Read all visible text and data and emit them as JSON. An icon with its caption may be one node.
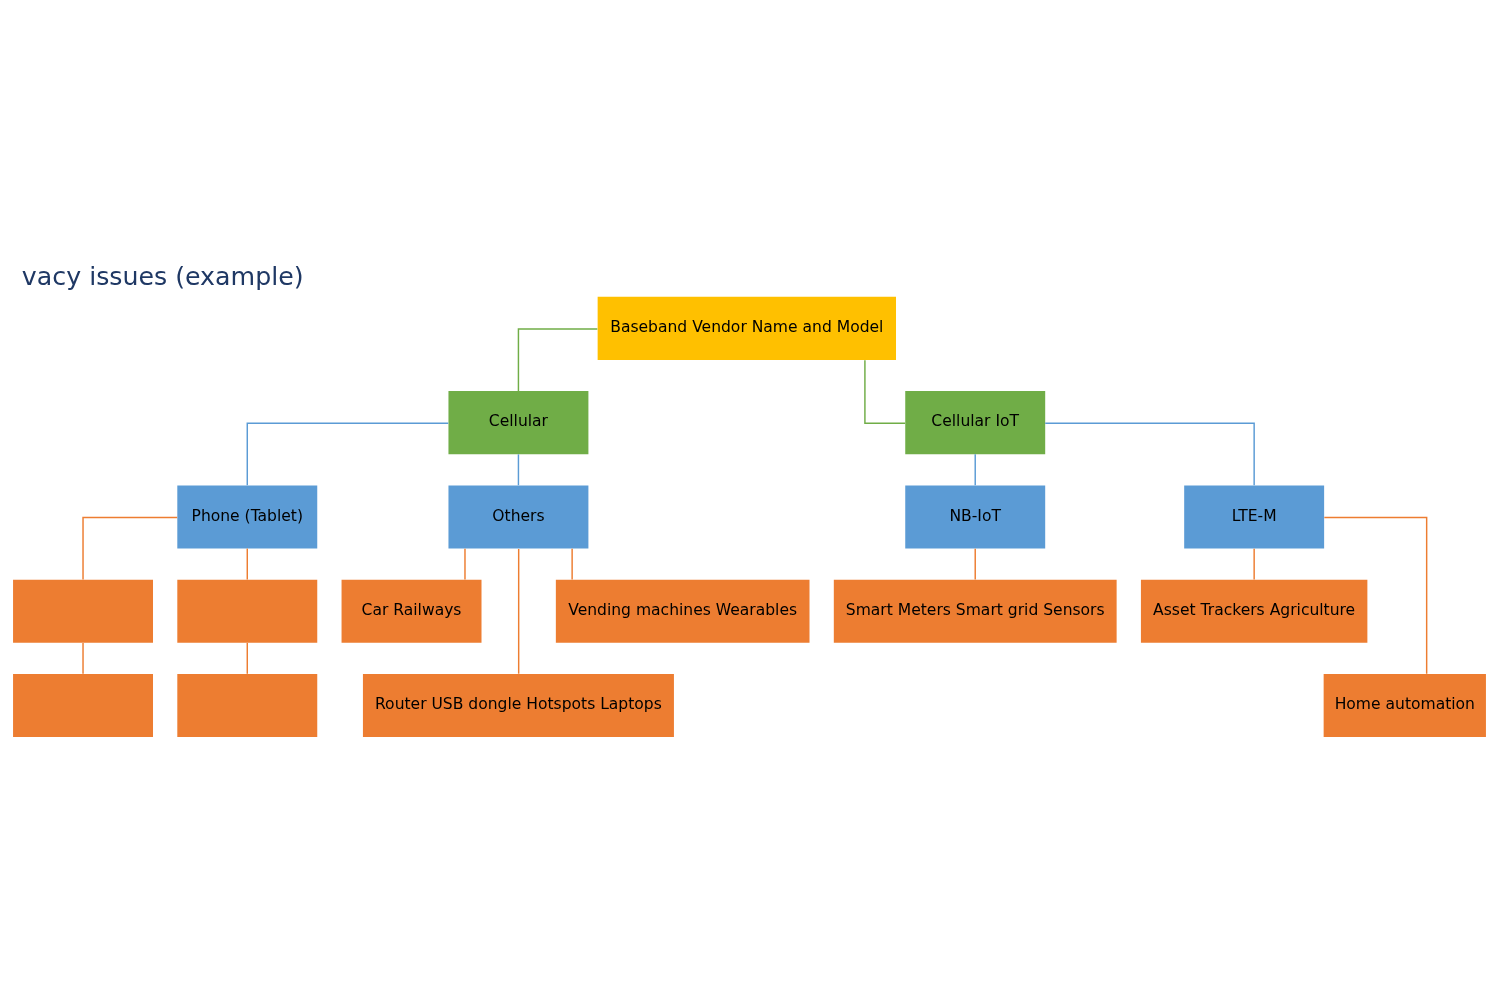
{
  "diagram": {
    "title": "vacy issues (example)",
    "nodes": [
      {
        "text": [
          "Baseband Vendor Name and Model"
        ]
      },
      {
        "text": [
          "Cellular"
        ]
      },
      {
        "text": [
          "Cellular IoT"
        ]
      },
      {
        "text": [
          "Phone (Tablet)"
        ]
      },
      {
        "text": [
          "Others"
        ]
      },
      {
        "text": [
          "NB-IoT"
        ]
      },
      {
        "text": [
          "LTE-M"
        ]
      },
      {
        "text": [],
        "shape": "box"
      },
      {
        "text": [],
        "shape": "box"
      },
      {
        "text": [
          "Car Railways"
        ]
      },
      {
        "text": [
          "Smart Meters Smart grid Sensors"
        ]
      },
      {
        "text": [
          "Asset Trackers Agriculture"
        ]
      },
      {
        "text": [],
        "shape": "box"
      },
      {
        "text": [],
        "shape": "box"
      },
      {
        "text": [
          "Router USB dongle Hotspots Laptops"
        ]
      },
      {
        "text": [
          "Home automation"
        ]
      },
      {
        "text": [
          "Vending machines Wearables"
        ]
      }
    ],
    "edges": [
      {
        "from": 0,
        "to": 1,
        "arrow": "none",
        "color": "#70ad47"
      },
      {
        "from": 0,
        "to": 2,
        "arrow": "none",
        "color": "#70ad47"
      },
      {
        "from": 1,
        "to": 3,
        "arrow": "none",
        "color": "#5b9bd5"
      },
      {
        "from": 1,
        "to": 4,
        "arrow": "none",
        "color": "#5b9bd5"
      },
      {
        "from": 2,
        "to": 5,
        "arrow": "none",
        "color": "#5b9bd5"
      },
      {
        "from": 2,
        "to": 6,
        "arrow": "none",
        "color": "#5b9bd5"
      },
      {
        "from": 3,
        "to": 7,
        "arrow": "none"
      },
      {
        "from": 3,
        "to": 8,
        "arrow": "none"
      },
      {
        "from": 7,
        "to": 12,
        "arrow": "none"
      },
      {
        "from": 8,
        "to": 13,
        "arrow": "none"
      },
      {
        "from": 4,
        "to": 9,
        "arrow": "none"
      },
      {
        "from": 4,
        "to": 14,
        "arrow": "none"
      },
      {
        "from": 4,
        "to": 16,
        "arrow": "none"
      },
      {
        "from": 5,
        "to": 10,
        "arrow": "none"
      },
      {
        "from": 6,
        "to": 11,
        "arrow": "none"
      },
      {
        "from": 6,
        "to": 15,
        "arrow": "none"
      }
    ]
  }
}
